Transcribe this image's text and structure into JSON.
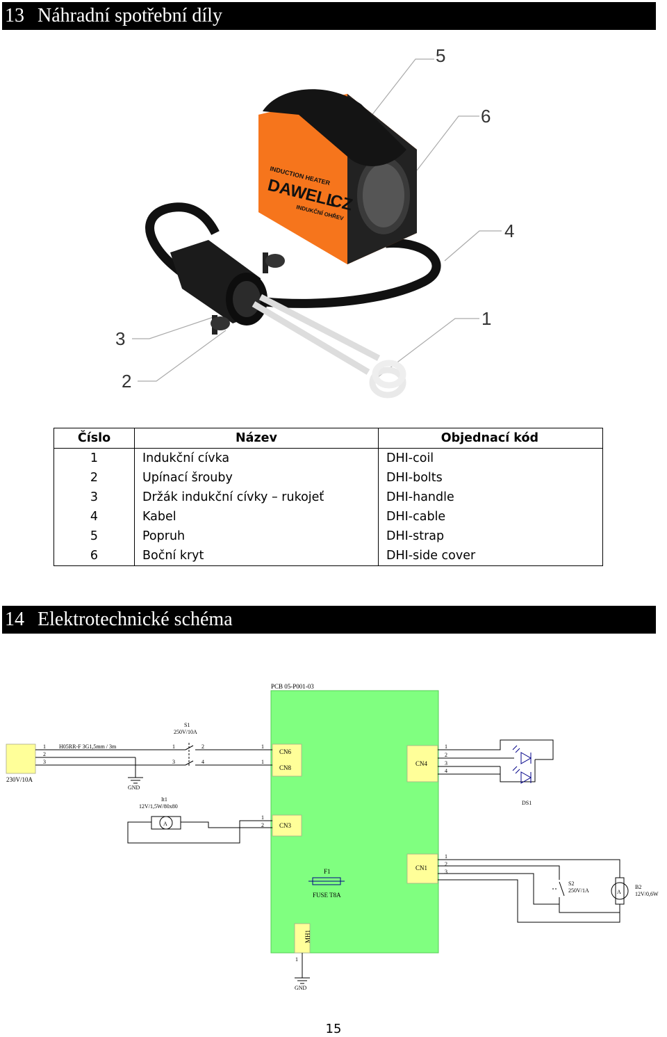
{
  "section13": {
    "number": "13",
    "title": "Náhradní spotřební díly"
  },
  "photo": {
    "callouts": [
      "5",
      "6",
      "4",
      "1",
      "3",
      "2"
    ],
    "device_label_1": "INDUCTION HEATER",
    "device_label_2": "DAWELL",
    "device_label_3": "CZ",
    "device_label_4": "INDUKČNÍ OHŘEV"
  },
  "table": {
    "headers": [
      "Číslo",
      "Název",
      "Objednací kód"
    ],
    "rows": [
      [
        "1",
        "Indukční cívka",
        "DHI-coil"
      ],
      [
        "2",
        "Upínací šrouby",
        "DHI-bolts"
      ],
      [
        "3",
        "Držák indukční cívky – rukojeť",
        "DHI-handle"
      ],
      [
        "4",
        "Kabel",
        "DHI-cable"
      ],
      [
        "5",
        "Popruh",
        "DHI-strap"
      ],
      [
        "6",
        "Boční kryt",
        "DHI-side cover"
      ]
    ]
  },
  "section14": {
    "number": "14",
    "title": "Elektrotechnické schéma"
  },
  "schematic": {
    "pcb_label": "PCB 05-P001-03",
    "mains_label": "230V/10A",
    "cable_label": "H05RR-F 3G1,5mm / 3m",
    "switch_name": "S1",
    "switch_rating": "250V/10A",
    "gnd_label": "GND",
    "meter_name": "It1",
    "meter_rating": "12V/1,5W/80x80",
    "cn6": "CN6",
    "cn8": "CN8",
    "cn3": "CN3",
    "cn4": "CN4",
    "cn1": "CN1",
    "fuse_name": "F1",
    "fuse_label": "FUSE T8A",
    "mh1": "MH1",
    "led_name": "DS1",
    "s2_name": "S2",
    "s2_rating": "250V/1A",
    "fan_name": "B2",
    "fan_rating": "12V/0,6W",
    "pin_1": "1",
    "pin_2": "2",
    "pin_3": "3",
    "pin_4": "4",
    "ammeter_symbol": "A"
  },
  "page_number": "15"
}
